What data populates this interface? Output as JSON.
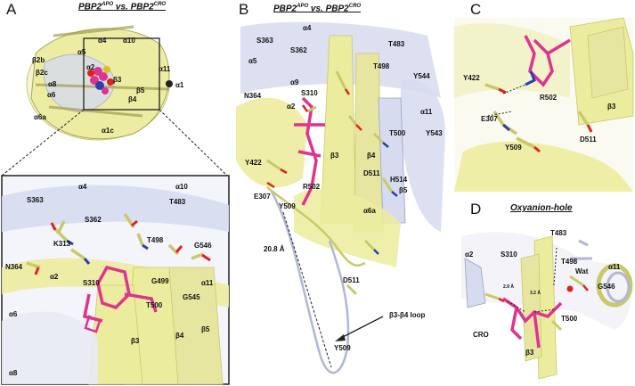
{
  "panels": {
    "A": {
      "letter": "A",
      "title_main": "PBP2",
      "title_sup1": "APO",
      "title_mid": " vs. PBP2",
      "title_sup2": "CRO",
      "overview_labels": [
        "α4",
        "α10",
        "α5",
        "β2b",
        "β2c",
        "α2",
        "β3",
        "α8",
        "α6",
        "β5",
        "β4",
        "α11",
        "α1",
        "α6a",
        "α1c"
      ],
      "zoom_labels": [
        "α4",
        "α10",
        "S363",
        "S362",
        "T483",
        "K313",
        "T498",
        "G546",
        "N364",
        "α2",
        "S310",
        "G499",
        "α11",
        "G545",
        "T500",
        "α6",
        "β3",
        "β4",
        "β5",
        "α8"
      ]
    },
    "B": {
      "letter": "B",
      "title_main": "PBP2",
      "title_sup1": "APO",
      "title_mid": " vs. PBP2",
      "title_sup2": "CRO",
      "labels": [
        "α4",
        "T483",
        "S363",
        "S362",
        "α5",
        "T498",
        "Y544",
        "α9",
        "S310",
        "N364",
        "α2",
        "α11",
        "T500",
        "Y543",
        "β3",
        "β4",
        "Y422",
        "D511",
        "H514",
        "β5",
        "R502",
        "E307",
        "Y509",
        "α6a",
        "20.8 Å",
        "D511",
        "β3-β4 loop",
        "Y509"
      ]
    },
    "C": {
      "letter": "C",
      "labels": [
        "Y422",
        "R502",
        "β3",
        "E307",
        "D511",
        "Y509"
      ]
    },
    "D": {
      "letter": "D",
      "title": "Oxyanion-hole",
      "labels": [
        "T483",
        "α2",
        "S310",
        "T498",
        "Wat",
        "α11",
        "G546",
        "2.9 Å",
        "3.2 Å",
        "T500",
        "CRO",
        "β3"
      ]
    }
  },
  "colors": {
    "apo": "#c7cce4",
    "cro": "#ecec9e",
    "cro_dark": "#c9c96a",
    "ligand": "#e0328f",
    "nitrogen": "#2c3fb0",
    "oxygen": "#e02020",
    "sulfur": "#d8c020"
  }
}
